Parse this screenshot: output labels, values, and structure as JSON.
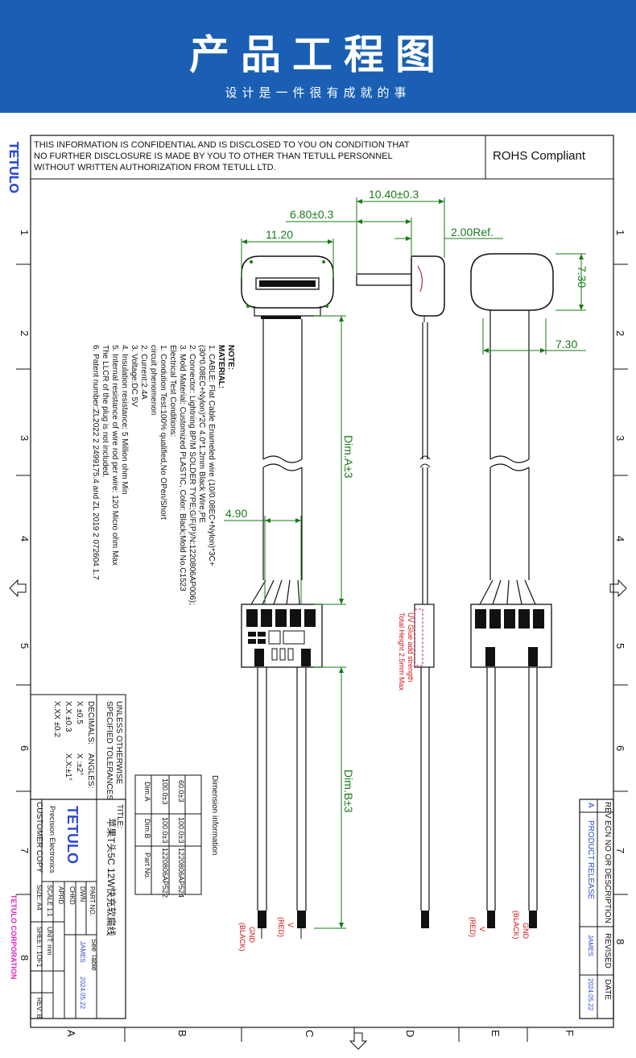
{
  "banner": {
    "title": "产品工程图",
    "subtitle": "设计是一件很有成就的事"
  },
  "sheet": {
    "confidential_lines": [
      "THIS INFORMATION IS CONFIDENTIAL AND IS DISCLOSED TO YOU ON CONDITION THAT",
      "NO FURTHER DISCLOSURE IS MADE BY YOU TO OTHER THAN TETULL  PERSONNEL",
      "WITHOUT WRITTEN AUTHORIZATION FROM TETULL LTD."
    ],
    "rohs": "ROHS  Compliant",
    "brand_logo": "TETULO",
    "zone_numbers": [
      "1",
      "2",
      "3",
      "4",
      "5",
      "6",
      "7",
      "8"
    ],
    "zone_letters": [
      "A",
      "B",
      "C",
      "D",
      "E",
      "F"
    ]
  },
  "dimensions": {
    "d_10_40": "10.40±0.3",
    "d_6_80": "6.80±0.3",
    "d_11_20": "11.20",
    "d_2_00": "2.00Ref.",
    "d_7_30_v": "7.30",
    "d_7_30_h": "7.30",
    "d_4_90": "4.90",
    "dim_a": "Dim.A±3",
    "dim_b": "Dim.B±3"
  },
  "notes": {
    "title": "NOTE:",
    "material_title": "MATERIAL:",
    "lines": [
      "1. CABLE: Flat Cable Enameled wire (10/0.08EC+Nylon)*3C+",
      "   (30*0.08EC+Nylon)*2C 4.0*1.2mm Black Wire,PE",
      "2. Connector: Lightning 8P/M SOLDER TYPE;G/F(P)/N:1220806AP006);",
      "3. Mold Material: Customized PLASTIC, Color: Black;Mold No.C1523",
      "Electrical Test Conditions:",
      "1. Condution Test:100% qualified,No OPen/Short",
      "       circuit phenomenon",
      "2. Current:2.4A",
      "3. Voltage:DC 5V",
      "4. Insulation resistance: 5 Million ohm Min",
      "5. Internal resistance of wire rod per wire: 120 Micro ohm Max",
      "   The LLCR of the plug is not included.",
      "6. Patent number:ZL2022 2 2499175.4 and ZL 2019 2 072604 1.7"
    ]
  },
  "labels": {
    "uv_glue": "UV Glue add strength",
    "total_height": "Total Height 2.5mm Max",
    "gnd": "GND",
    "black": "(BLACK)",
    "v": "V",
    "red": "(RED)"
  },
  "dim_table": {
    "title": "Dimension information",
    "headers": [
      "Dim.A",
      "Dim.B",
      "Part No."
    ],
    "rows": [
      [
        "60.0±3",
        "100.0±3",
        "1220806AP524"
      ],
      [
        "100.0±3",
        "100.0±3",
        "1220806AP522"
      ]
    ]
  },
  "tolerances": {
    "heading1": "UNLESS OTHERWISE",
    "heading2": "SPECIFIED TOLERANCES",
    "decimals": "DECIMALS:",
    "angles": "ANGLES:",
    "x": "X     ±0.5",
    "xx": "X.X   ±0.3",
    "xxx": "X.XX  ±0.2",
    "ang1": "X  :±2°",
    "ang2": "X.X:±1°"
  },
  "title_block": {
    "title_label": "TITLE:",
    "title_value": "苹果T头5C 12W快充软扁线",
    "part_no_label": "PART NO.",
    "part_no_value": "See Table",
    "dwn": "DWN",
    "chkd": "CHKD",
    "aprd": "APRD",
    "drawer": "JAMES",
    "date": "2024.05.22",
    "precision": "Precision Electronics",
    "customer_copy": "CUSTOMER COPY",
    "scale": "SCALE 1:1",
    "unit": "UNIT: mm",
    "size": "SIZE: A4",
    "sheet": "SHEET: 1OF1",
    "rev": "REV: B",
    "corp": "TETULO CORPORATION"
  },
  "revision_block": {
    "headers": [
      "REV",
      "ECN NO OR DESCRIPTION",
      "REVISED",
      "DATE"
    ],
    "row": [
      "A",
      "PRODUCT RELEASE",
      "JAMES",
      "2024.05.22"
    ]
  }
}
